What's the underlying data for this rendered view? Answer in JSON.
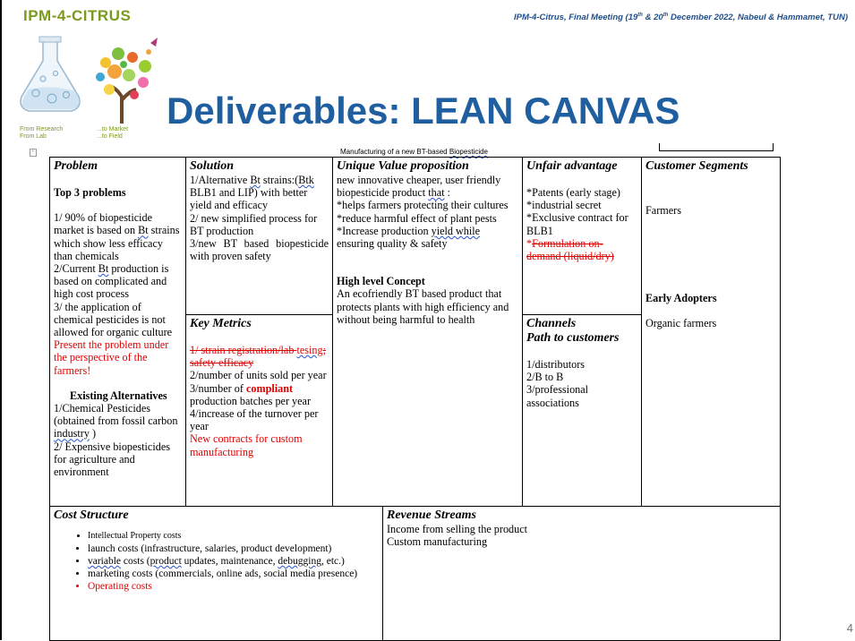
{
  "header": {
    "brand": "IPM-4-CITRUS",
    "meeting_prefix": "IPM-4-Citrus, Final Meeting (19",
    "meeting_sup1": "th",
    "meeting_mid": " & 20",
    "meeting_sup2": "th",
    "meeting_suffix": " December 2022, Nabeul & Hammamet, TUN)",
    "logo_caption_left": "From Research\nFrom Lab",
    "logo_caption_right": "...to Market\n...to Field"
  },
  "title": "Deliverables: LEAN CANVAS",
  "canvas_caption": "Manufacturing of a new BT-based ",
  "canvas_caption_sq": "Biopesticide",
  "problem": {
    "header": "Problem",
    "top3_title": "Top 3 problems",
    "p1_a": "1/ 90% of biopesticide market is based on ",
    "p1_bt": "Bt",
    "p1_b": " strains which show less efficacy than chemicals",
    "p2_a": "2/Current ",
    "p2_bt": "Bt",
    "p2_b": " production is based on complicated and high cost process",
    "p3": "3/ the application of chemical pesticides is not allowed for organic culture",
    "note": "Present the problem under the perspective of the farmers!",
    "alt_title": "Existing Alternatives",
    "alt1_a": "1/Chemical Pesticides (obtained from fossil carbon ",
    "alt1_sq": "industry",
    "alt1_b": " )",
    "alt2": "2/ Expensive biopesticides for agriculture and environment"
  },
  "solution": {
    "header": "Solution",
    "s1_a": "1/Alternative ",
    "s1_bt": "Bt",
    "s1_b": " strains:(",
    "s1_btk": "Btk",
    "s1_c": " BLB1 and LIP) with better yield and efficacy",
    "s2": "2/ new simplified process for BT production",
    "s3": "3/new BT based biopesticide with proven safety"
  },
  "key_metrics": {
    "header": "Key Metrics",
    "m1_a": "1/ strain registration/lab ",
    "m1_sq": "tesing",
    "m1_b": "; safety efficacy",
    "m2": "2/number of units sold per year",
    "m3_a": "3/number of ",
    "m3_bold": "compliant",
    "m3_b": " production batches per year",
    "m4": "4/increase of the turnover per year",
    "m5": "New contracts for custom manufacturing"
  },
  "uvp": {
    "header": "Unique Value proposition",
    "line1": "new innovative cheaper, user friendly biopesticide product ",
    "line1_sq": "that",
    "line1_end": " :",
    "b1": "*helps farmers protecting their cultures",
    "b2": "*reduce harmful effect of plant pests",
    "b3_a": "*Increase production ",
    "b3_sq": "yield  while",
    "b3_b": " ensuring quality & safety",
    "concept_title": "High level Concept",
    "concept": "An ecofriendly BT based product that protects plants with high efficiency and without being harmful to health"
  },
  "unfair": {
    "header": "Unfair advantage",
    "u1": "*Patents (early stage)",
    "u2": "*industrial secret",
    "u3": "*Exclusive contract for BLB1",
    "u4_star": "*",
    "u4": "Formulation on-demand (liquid/dry)"
  },
  "channels": {
    "header1": "Channels",
    "header2": "Path to customers",
    "c1": "1/distributors",
    "c2": "2/B to B",
    "c3": "3/professional associations"
  },
  "segments": {
    "header": "Customer Segments",
    "s1": "Farmers",
    "early_title": "Early Adopters",
    "early": "Organic farmers"
  },
  "cost": {
    "header": "Cost Structure",
    "i1": "Intellectual Property costs",
    "i2": "launch costs (infrastructure, salaries, product development)",
    "i3_sq": "variable",
    "i3_a": " costs (",
    "i3_sq2": "product",
    "i3_b": " updates, maintenance, ",
    "i3_sq3": "debugging",
    "i3_c": ", etc.)",
    "i4": "marketing costs (commercials, online ads, social media presence)",
    "i5": "Operating costs"
  },
  "revenue": {
    "header": "Revenue Streams",
    "r1": "Income from selling the product",
    "r2": "Custom manufacturing"
  },
  "page_number": "4",
  "colors": {
    "brand_green": "#7a9a1e",
    "title_blue": "#1f5fa0",
    "meeting_blue": "#1f4e8c",
    "highlight_red": "#e00000"
  }
}
